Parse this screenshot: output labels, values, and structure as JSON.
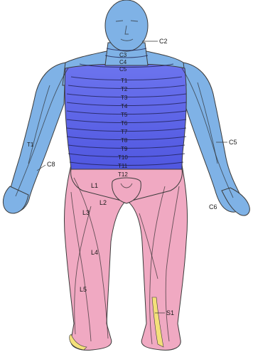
{
  "colors": {
    "upper": "#7fb2e6",
    "trunk": "#5b62e8",
    "lower": "#f0a9c2",
    "sacral": "#f4e07a",
    "outline": "#3b3b3b"
  },
  "labels": {
    "c2": "C2",
    "c3": "C3",
    "c4": "C4",
    "c5": "C5",
    "t1": "T1",
    "t2": "T2",
    "t3": "T3",
    "t4": "T4",
    "t5": "T5",
    "t6": "T6",
    "t7": "T7",
    "t8": "T8",
    "t9": "T9",
    "t10": "T10",
    "t11": "T11",
    "t12": "T12",
    "c5_arm": "C5",
    "t1_arm": "T1",
    "c6": "C6",
    "c8": "C8",
    "l1": "L1",
    "l2": "L2",
    "l3": "L3",
    "l4": "L4",
    "l5": "L5",
    "s1": "S1"
  }
}
